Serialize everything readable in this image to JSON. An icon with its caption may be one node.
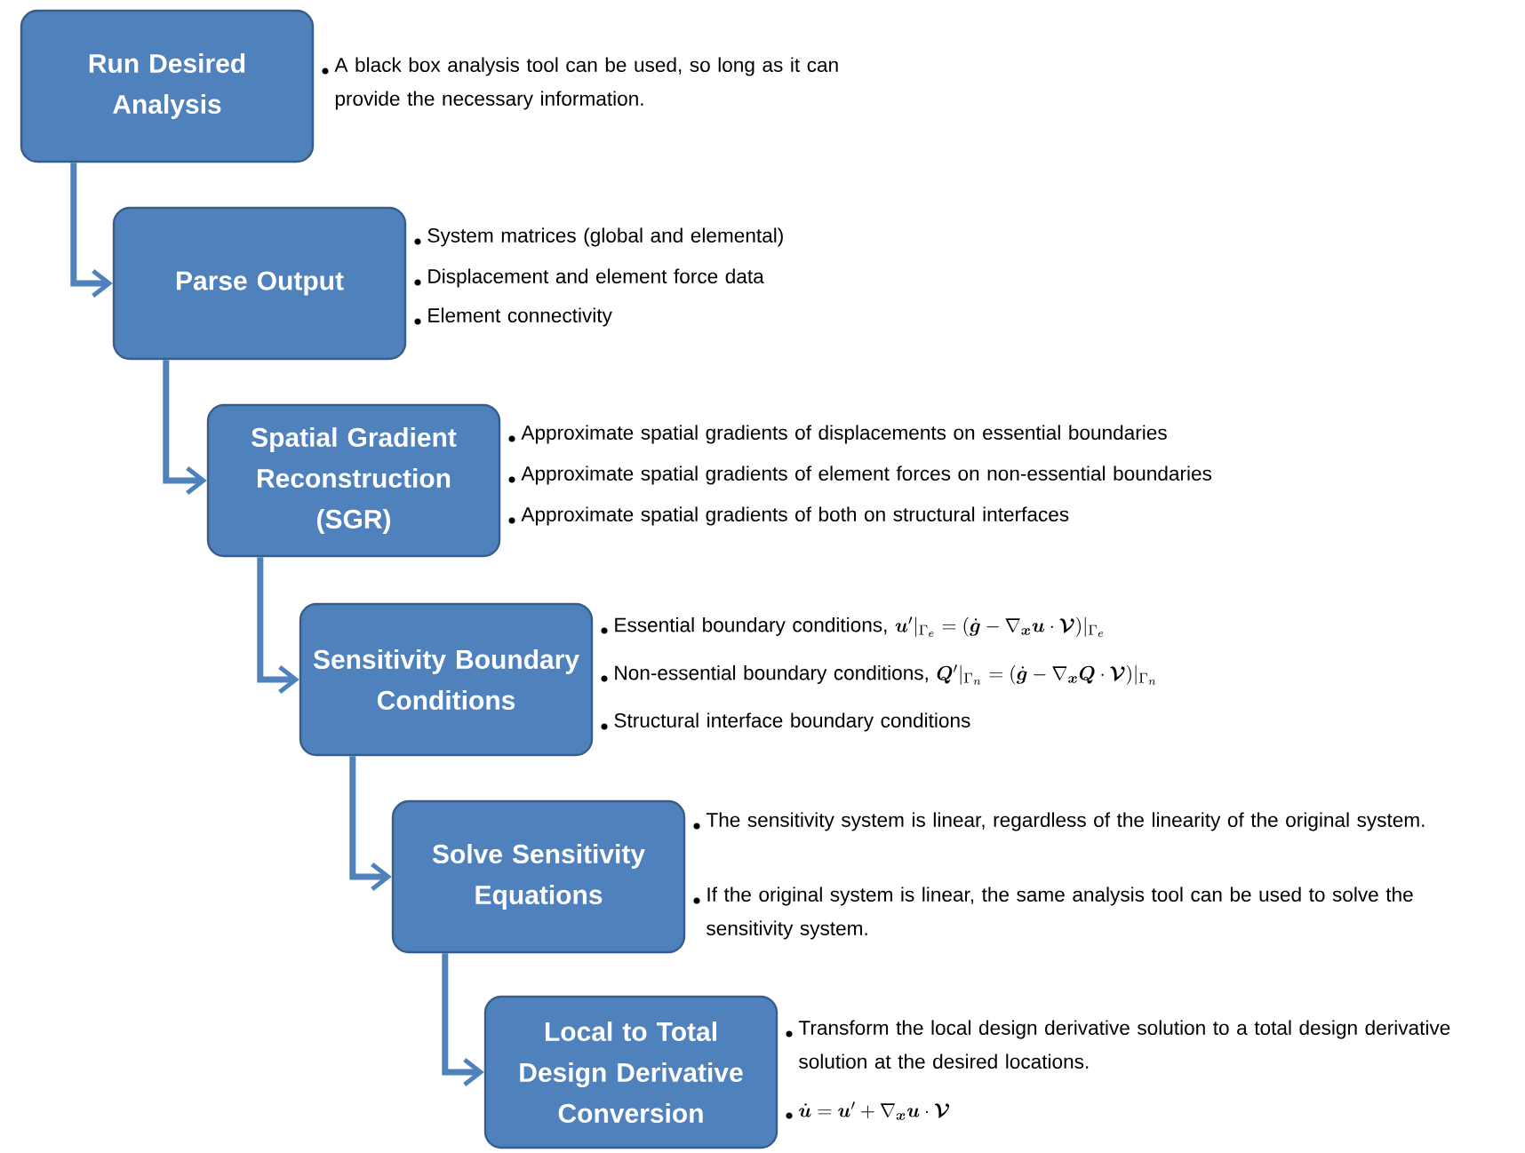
{
  "diagram": {
    "nodes": [
      {
        "text": [
          "Run Desired Analysis"
        ],
        "beside": [
          "A black box analysis tool can be used, so long as it can provide the necessary information."
        ]
      },
      {
        "text": [
          "Parse Output"
        ],
        "beside": [
          "System matrices (global and elemental)",
          "Displacement and element force data",
          "Element connectivity"
        ]
      },
      {
        "text": [
          "Spatial Gradient Reconstruction (SGR)"
        ],
        "beside": [
          "Approximate spatial gradients of displacements on essential boundaries",
          "Approximate spatial gradients of element forces on non-essential boundaries",
          "Approximate spatial gradients of both on structural interfaces"
        ]
      },
      {
        "text": [
          "Sensitivity Boundary Conditions"
        ],
        "beside": [
          "Essential boundary conditions,",
          "\\bm{u}'|_{\\Gamma_e} = (\\dot{\\bm{g}} - \\nabla_{\\bm{x}}\\bm{u}\\cdot\\bm{\\mathcal{V}})|_{\\Gamma_e}",
          "Non-essential boundary conditions,",
          "\\bm{Q}'|_{\\Gamma_n} = (\\dot{\\bm{g}} - \\nabla_{\\bm{x}}\\bm{Q}\\cdot\\bm{\\mathcal{V}})|_{\\Gamma_n}",
          "Structural interface boundary conditions"
        ]
      },
      {
        "text": [
          "Solve Sensitivity Equations"
        ],
        "beside": [
          "The sensitivity system is linear, regardless of the linearity of the original system.",
          "If the original system is linear, the same analysis tool can be used to solve the sensitivity system."
        ]
      },
      {
        "text": [
          "Local to Total Design Derivative Conversion"
        ],
        "beside": [
          "Transform the local design derivative solution to a total design derivative solution at the desired locations.",
          "\\dot{\\bm{u}} = \\bm{u}' + \\nabla_{\\bm{x}}\\bm{u}\\cdot\\bm{\\mathcal{V}}"
        ]
      }
    ],
    "edges": [
      {
        "from": 0,
        "to": 1,
        "arrow": "to"
      },
      {
        "from": 1,
        "to": 2,
        "arrow": "to"
      },
      {
        "from": 2,
        "to": 3,
        "arrow": "to"
      },
      {
        "from": 3,
        "to": 4,
        "arrow": "to"
      },
      {
        "from": 4,
        "to": 5,
        "arrow": "to"
      }
    ]
  }
}
